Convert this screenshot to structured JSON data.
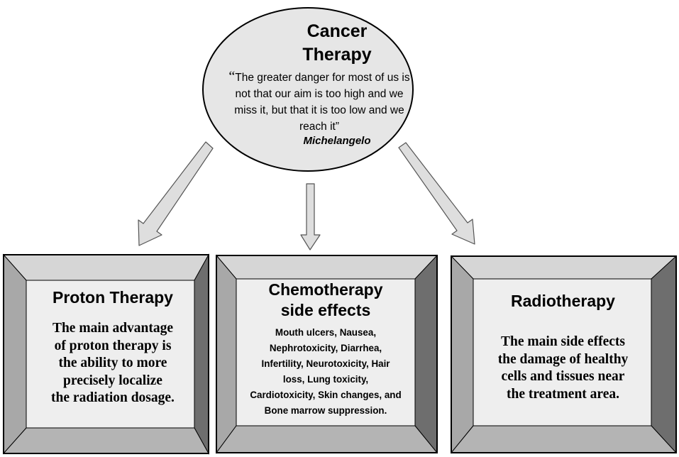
{
  "center": {
    "title_line1": "Cancer",
    "title_line2": "Therapy",
    "quote_open": "“",
    "quote_line1": "The greater danger for most of us is",
    "quote_line2": "not that our aim is too high and we",
    "quote_line3": "miss it, but that it is too low and we",
    "quote_line4": "reach it”",
    "author": "Michelangelo"
  },
  "boxes": [
    {
      "title": "Proton Therapy",
      "lines": [
        "The main advantage",
        "of proton therapy is",
        "the ability to more",
        "precisely localize",
        "the radiation dosage."
      ]
    },
    {
      "title_line1": "Chemotherapy",
      "title_line2": "side effects",
      "lines": [
        "Mouth ulcers, Nausea,",
        "Nephrotoxicity, Diarrhea,",
        "Infertility, Neurotoxicity, Hair",
        "loss, Lung toxicity,",
        "Cardiotoxicity, Skin changes, and",
        "Bone marrow suppression."
      ]
    },
    {
      "title": "Radiotherapy",
      "lines": [
        "The main side effects",
        "the damage of healthy",
        "cells and tissues near",
        "the treatment area."
      ]
    }
  ],
  "colors": {
    "ellipse_fill": "#e6e6e6",
    "bevel_top": "#d6d6d6",
    "bevel_left": "#a8a8a8",
    "bevel_right": "#6e6e6e",
    "bevel_bottom": "#b4b4b4",
    "face": "#eeeeee",
    "arrow_fill": "#dedede"
  }
}
